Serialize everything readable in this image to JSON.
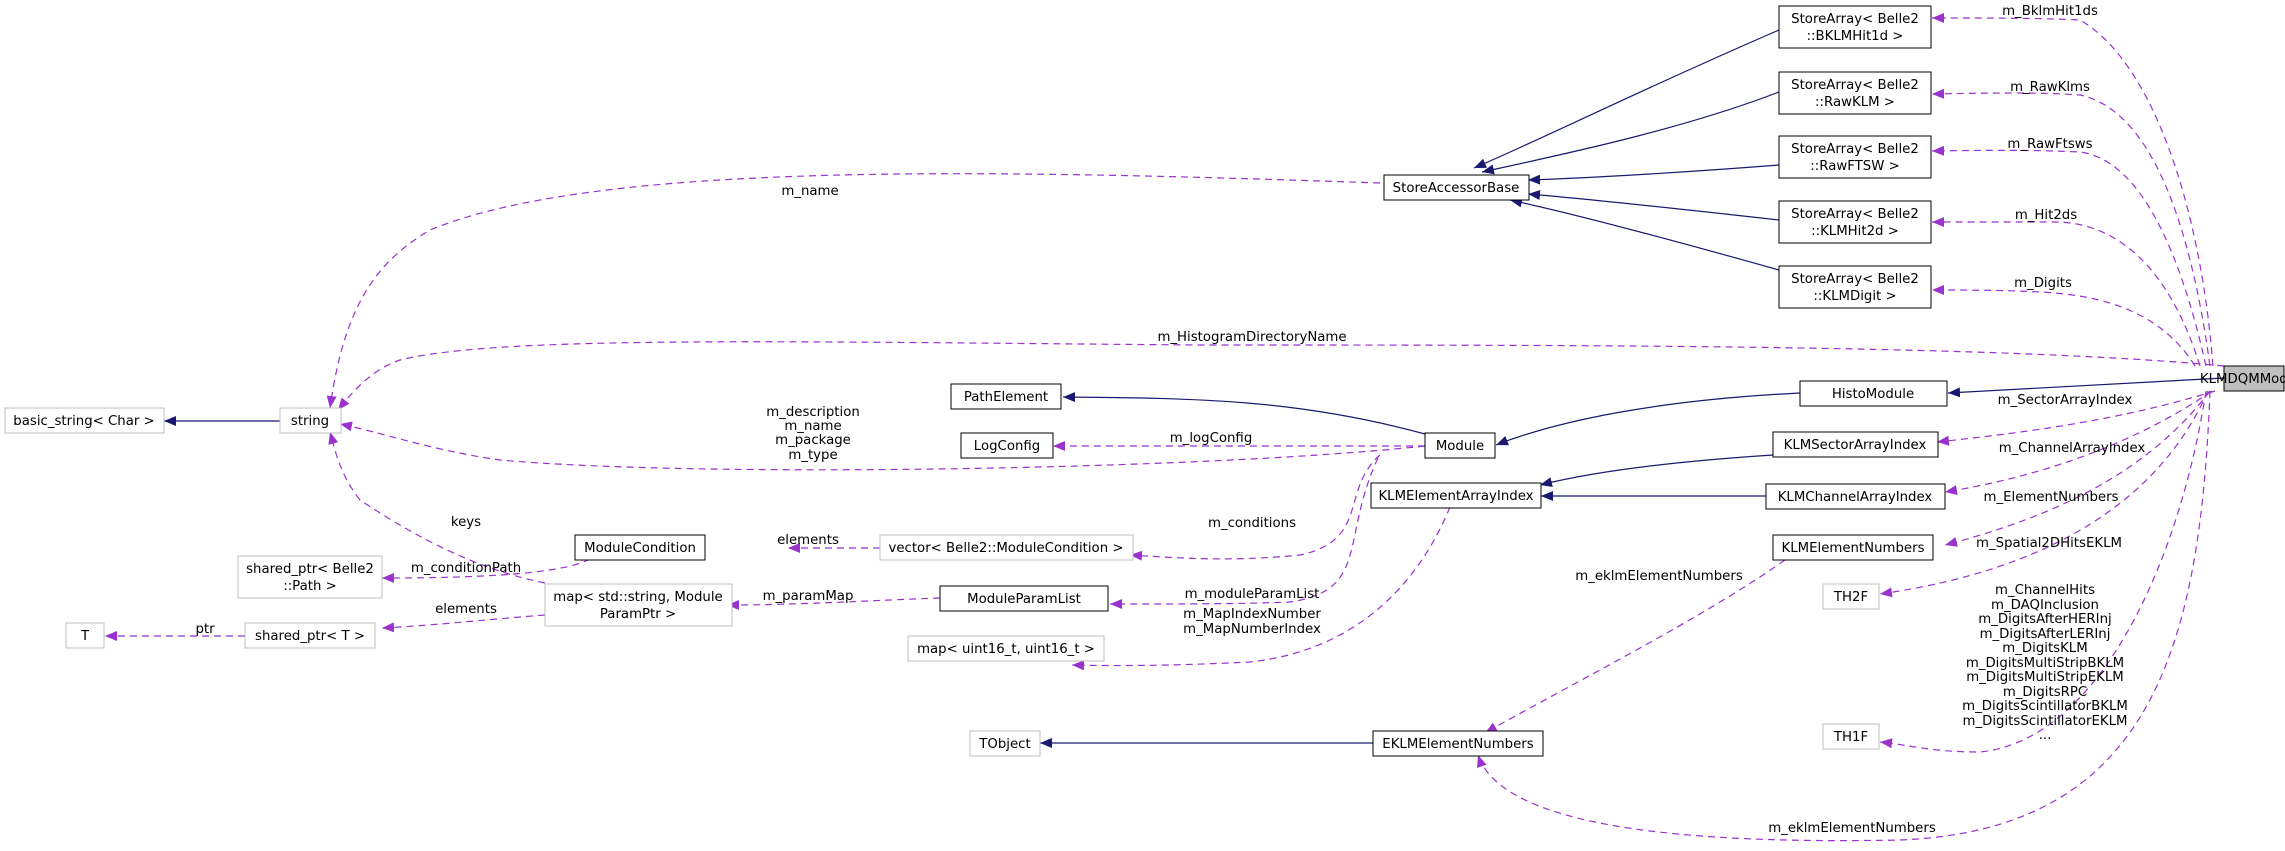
{
  "nodes": {
    "klmdqm": "KLMDQMModule",
    "sa_bklm": [
      "StoreArray< Belle2",
      "::BKLMHit1d >"
    ],
    "sa_rawklm": [
      "StoreArray< Belle2",
      "::RawKLM >"
    ],
    "sa_rawftsw": [
      "StoreArray< Belle2",
      "::RawFTSW >"
    ],
    "sa_hit2d": [
      "StoreArray< Belle2",
      "::KLMHit2d >"
    ],
    "sa_digit": [
      "StoreArray< Belle2",
      "::KLMDigit >"
    ],
    "store_accessor": "StoreAccessorBase",
    "basic_string": "basic_string< Char >",
    "string": "string",
    "path_element": "PathElement",
    "log_config": "LogConfig",
    "module": "Module",
    "histo_module": "HistoModule",
    "klm_sector": "KLMSectorArrayIndex",
    "klm_channel": "KLMChannelArrayIndex",
    "klm_element_array": "KLMElementArrayIndex",
    "klm_element_numbers": "KLMElementNumbers",
    "module_condition": "ModuleCondition",
    "vector_mc": "vector< Belle2::ModuleCondition >",
    "shared_path": [
      "shared_ptr< Belle2",
      "::Path >"
    ],
    "map_param": [
      "map< std::string, Module",
      "ParamPtr >"
    ],
    "module_param_list": "ModuleParamList",
    "t": "T",
    "shared_t": "shared_ptr< T >",
    "map_uint": "map< uint16_t, uint16_t >",
    "th2f": "TH2F",
    "th1f": "TH1F",
    "tobject": "TObject",
    "eklm_numbers": "EKLMElementNumbers"
  },
  "edges": {
    "bklmhit1ds": "m_BklmHit1ds",
    "rawklms": "m_RawKlms",
    "rawftsws": "m_RawFtsws",
    "hit2ds": "m_Hit2ds",
    "digits": "m_Digits",
    "name": "m_name",
    "histdir": "m_HistogramDirectoryName",
    "sector": "m_SectorArrayIndex",
    "channel": "m_ChannelArrayIndex",
    "element_numbers": "m_ElementNumbers",
    "spatial": "m_Spatial2DHitsEKLM",
    "th1f_members": [
      "m_ChannelHits",
      "m_DAQInclusion",
      "m_DigitsAfterHERInj",
      "m_DigitsAfterLERInj",
      "m_DigitsKLM",
      "m_DigitsMultiStripBKLM",
      "m_DigitsMultiStripEKLM",
      "m_DigitsRPC",
      "m_DigitsScintillatorBKLM",
      "m_DigitsScintillatorEKLM",
      "..."
    ],
    "eklm_bottom": "m_eklmElementNumbers",
    "eklm_mid": "m_eklmElementNumbers",
    "module_strings": [
      "m_description",
      "m_name",
      "m_package",
      "m_type"
    ],
    "logconfig": "m_logConfig",
    "keys": "keys",
    "conditions": "m_conditions",
    "elements_mc": "elements",
    "condition_path": "m_conditionPath",
    "param_map": "m_paramMap",
    "module_param_list": "m_moduleParamList",
    "elements_map": "elements",
    "ptr": "ptr",
    "map_index": [
      "m_MapIndexNumber",
      "m_MapNumberIndex"
    ]
  },
  "colors": {
    "inheritance": "#191970",
    "usage": "#9a32cd",
    "node_border": "#000000",
    "template_border": "#bfbfbf",
    "highlight_fill": "#bfbfbf"
  }
}
